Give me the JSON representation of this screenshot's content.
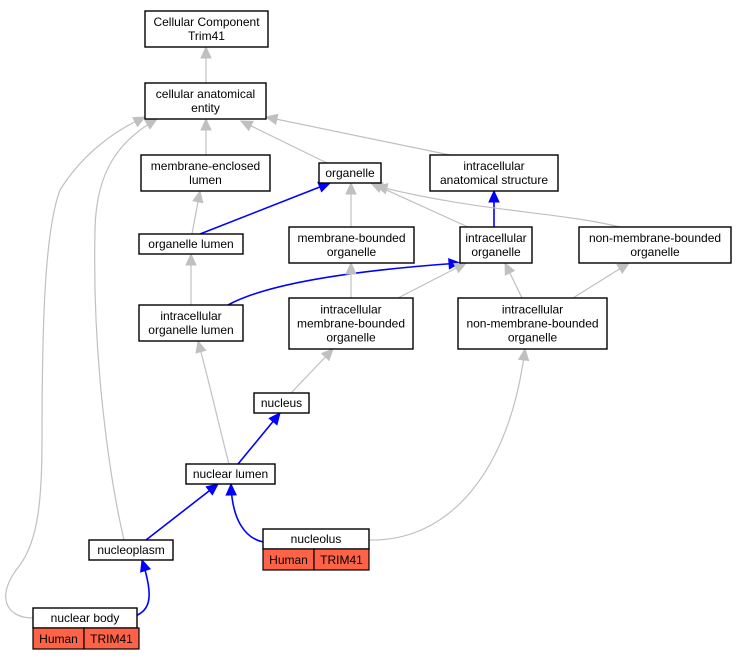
{
  "graph": {
    "colors": {
      "is_a": "#c0c0c0",
      "part_of": "#0000ff",
      "annotation": "#ff6347",
      "node_border": "#000000"
    },
    "nodes": {
      "root": [
        "Cellular Component",
        "Trim41"
      ],
      "cae": [
        "cellular anatomical",
        "entity"
      ],
      "mel": [
        "membrane-enclosed",
        "lumen"
      ],
      "org": [
        "organelle"
      ],
      "ias": [
        "intracellular",
        "anatomical structure"
      ],
      "orglum": [
        "organelle lumen"
      ],
      "mbo": [
        "membrane-bounded",
        "organelle"
      ],
      "io": [
        "intracellular",
        "organelle"
      ],
      "nmbo": [
        "non-membrane-bounded",
        "organelle"
      ],
      "iol": [
        "intracellular",
        "organelle lumen"
      ],
      "imbo": [
        "intracellular",
        "membrane-bounded",
        "organelle"
      ],
      "inmbo": [
        "intracellular",
        "non-membrane-bounded",
        "organelle"
      ],
      "nucleus": [
        "nucleus"
      ],
      "nlum": [
        "nuclear lumen"
      ],
      "nucleolus": [
        "nucleolus"
      ],
      "nucleoplasm": [
        "nucleoplasm"
      ],
      "nbody": [
        "nuclear body"
      ]
    },
    "annotations": {
      "nucleolus": [
        "Human",
        "TRIM41"
      ],
      "nbody": [
        "Human",
        "TRIM41"
      ]
    }
  }
}
